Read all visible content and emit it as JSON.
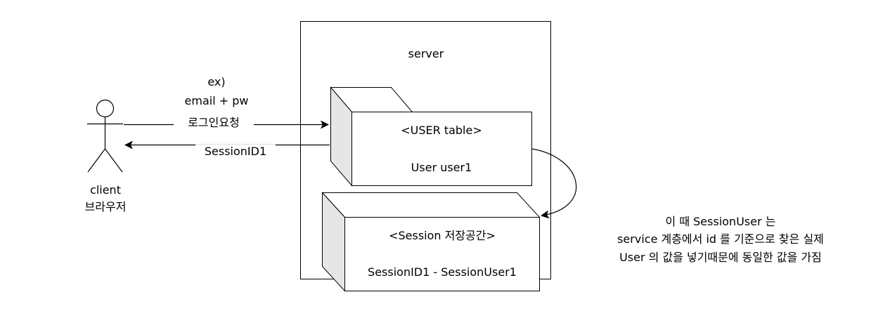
{
  "server": {
    "label": "server"
  },
  "user_table": {
    "title": "<USER table>",
    "entry": "User user1"
  },
  "session_store": {
    "title": "<Session 저장공간>",
    "entry": "SessionID1 - SessionUser1"
  },
  "client": {
    "line1": "client",
    "line2": "브라우저"
  },
  "request": {
    "line1": "ex)",
    "line2": "email + pw",
    "arrow_label": "로그인요청"
  },
  "response": {
    "arrow_label": "SessionID1"
  },
  "note": {
    "line1": "이 때 SessionUser 는",
    "line2": "service 계층에서 id 를 기준으로 찾은 실제",
    "line3": "User 의 값을 넣기때문에 동일한 값을 가짐"
  },
  "colors": {
    "stroke": "#000000",
    "cube_side": "#e6e6e6",
    "fill": "#ffffff"
  }
}
